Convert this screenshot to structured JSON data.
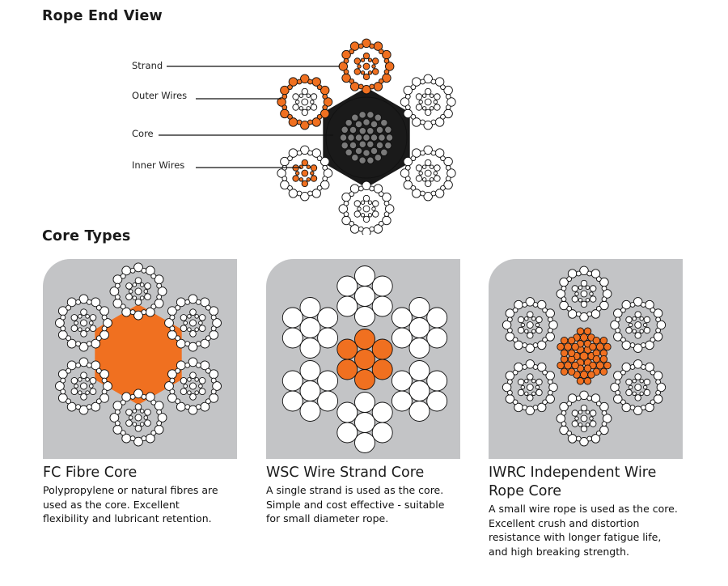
{
  "rope_end_view": {
    "heading": "Rope End View",
    "labels": {
      "strand": "Strand",
      "outer_wires": "Outer Wires",
      "core": "Core",
      "inner_wires": "Inner Wires"
    }
  },
  "core_types": {
    "heading": "Core Types",
    "items": [
      {
        "title": "FC Fibre Core",
        "description": "Polypropylene or natural fibres are used as the core. Excellent flexibility and lubricant retention."
      },
      {
        "title": "WSC Wire Strand Core",
        "description": "A single strand is used as the core. Simple and cost effective - suitable for small diameter rope."
      },
      {
        "title": "IWRC Independent Wire Rope Core",
        "description": "A small wire rope is used as the core. Excellent crush and distortion resistance with longer fatigue life, and high breaking strength."
      }
    ]
  },
  "colors": {
    "accent": "#f07020",
    "core_dark": "#1a1a1a",
    "core_wire": "#7a7a7a",
    "card_bg": "#c3c4c6",
    "wire": "#ffffff"
  }
}
